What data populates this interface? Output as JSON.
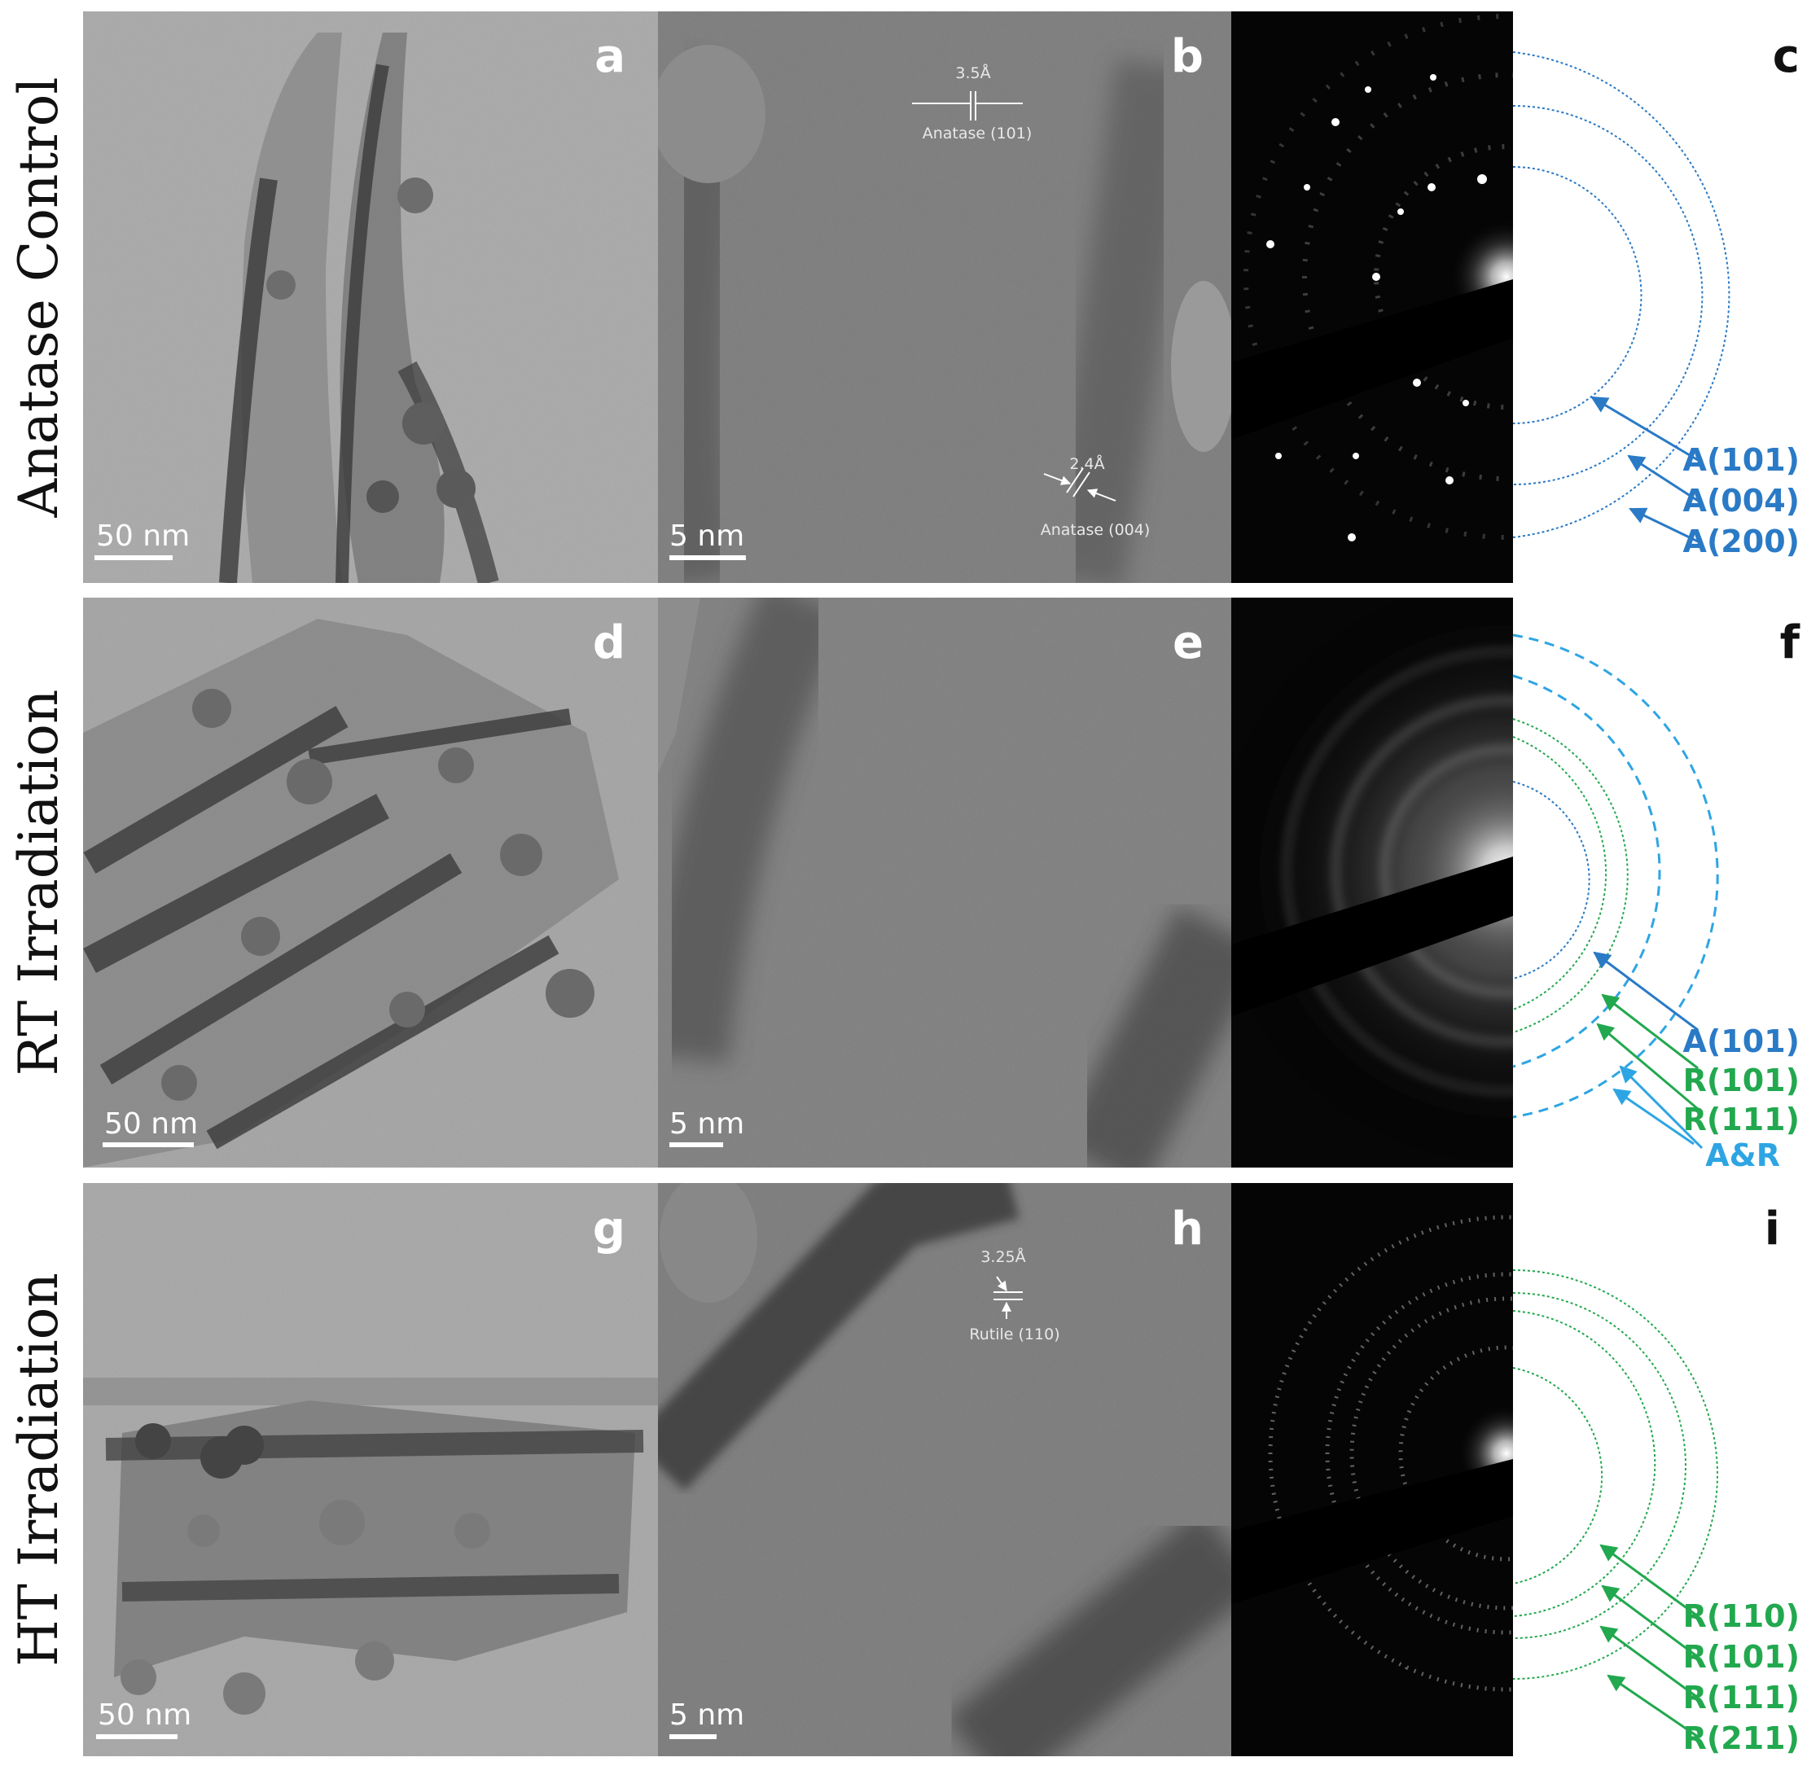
{
  "rows": [
    {
      "label": "Anatase Control",
      "panels": [
        "a",
        "b",
        "c"
      ],
      "tem_scale": "50 nm",
      "hrtem_scale": "5 nm",
      "hrtem_annotations": [
        {
          "spacing": "3.5Å",
          "plane": "Anatase (101)"
        },
        {
          "spacing": "2.4Å",
          "plane": "Anatase (004)"
        }
      ],
      "saed_rings": [
        {
          "label": "A(101)",
          "color": "#2a7ac6",
          "style": "dotted"
        },
        {
          "label": "A(004)",
          "color": "#2a7ac6",
          "style": "dotted"
        },
        {
          "label": "A(200)",
          "color": "#2a7ac6",
          "style": "dotted"
        }
      ]
    },
    {
      "label": "RT Irradiation",
      "panels": [
        "d",
        "e",
        "f"
      ],
      "tem_scale": "50 nm",
      "hrtem_scale": "5 nm",
      "hrtem_annotations": [],
      "saed_rings": [
        {
          "label": "A(101)",
          "color": "#2a7ac6",
          "style": "dotted"
        },
        {
          "label": "R(101)",
          "color": "#22a84e",
          "style": "dotted"
        },
        {
          "label": "R(111)",
          "color": "#22a84e",
          "style": "dotted"
        },
        {
          "label": "A&R",
          "color": "#2ea5e3",
          "style": "dashed"
        }
      ]
    },
    {
      "label": "HT Irradiation",
      "panels": [
        "g",
        "h",
        "i"
      ],
      "tem_scale": "50 nm",
      "hrtem_scale": "5 nm",
      "hrtem_annotations": [
        {
          "spacing": "3.25Å",
          "plane": "Rutile (110)"
        }
      ],
      "saed_rings": [
        {
          "label": "R(110)",
          "color": "#22a84e",
          "style": "dotted"
        },
        {
          "label": "R(101)",
          "color": "#22a84e",
          "style": "dotted"
        },
        {
          "label": "R(111)",
          "color": "#22a84e",
          "style": "dotted"
        },
        {
          "label": "R(211)",
          "color": "#22a84e",
          "style": "dotted"
        }
      ]
    }
  ]
}
